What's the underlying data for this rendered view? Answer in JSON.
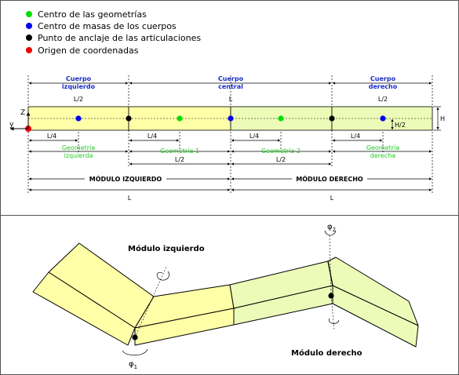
{
  "legend": {
    "items": [
      {
        "label": "Centro de las geometrías",
        "color": "#00e000"
      },
      {
        "label": "Centro de masas de los cuerpos",
        "color": "#0000ee"
      },
      {
        "label": "Punto de anclaje de las articulaciones",
        "color": "#000000"
      },
      {
        "label": "Origen de coordenadas",
        "color": "#ee0000"
      }
    ]
  },
  "colors": {
    "body_fill": "#ffffa8",
    "body_fill_right": "#ecfcb8",
    "blue_text": "#1a2cc8",
    "green_text": "#22cc22",
    "origin": "#ee0000"
  },
  "top": {
    "bodies": [
      {
        "line1": "Cuerpo",
        "line2": "izquierdo"
      },
      {
        "line1": "Cuerpo",
        "line2": "central"
      },
      {
        "line1": "Cuerpo",
        "line2": "derecho"
      }
    ],
    "dims": {
      "half_l": "L/2",
      "l": "L",
      "quarter_l": "L/4",
      "h": "H",
      "half_h": "H/2"
    },
    "geometries": [
      {
        "line1": "Geometría",
        "line2": "izquierda"
      },
      {
        "line1": "Geometría 1",
        "line2": ""
      },
      {
        "line1": "Geometría 2",
        "line2": ""
      },
      {
        "line1": "Geometría",
        "line2": "derecha"
      }
    ],
    "modules": {
      "left": "MÓDULO IZQUIERDO",
      "right": "MÓDULO DERECHO"
    },
    "axes": {
      "z": "Z",
      "y": "y"
    }
  },
  "bottom": {
    "module_left": "Módulo izquierdo",
    "module_right": "Módulo derecho",
    "phi1": "φ",
    "phi1_sub": "1",
    "phi2": "φ",
    "phi2_sub": "2"
  }
}
